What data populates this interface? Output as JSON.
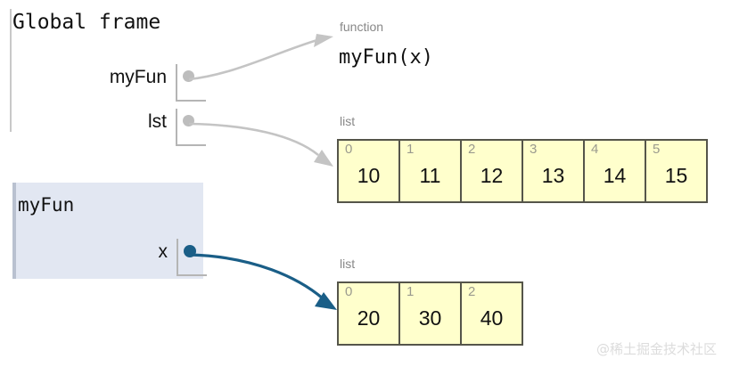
{
  "global_frame": {
    "title": "Global frame",
    "variables": [
      {
        "name": "myFun",
        "pointer": "gray-dot"
      },
      {
        "name": "lst",
        "pointer": "gray-dot"
      }
    ]
  },
  "stack_frames": [
    {
      "title": "myFun",
      "variables": [
        {
          "name": "x",
          "pointer": "blue-dot"
        }
      ]
    }
  ],
  "heap": {
    "function_object": {
      "type_label": "function",
      "signature": "myFun(x)"
    },
    "list_objects": [
      {
        "type_label": "list",
        "indices": [
          "0",
          "1",
          "2",
          "3",
          "4",
          "5"
        ],
        "values": [
          "10",
          "11",
          "12",
          "13",
          "14",
          "15"
        ]
      },
      {
        "type_label": "list",
        "indices": [
          "0",
          "1",
          "2"
        ],
        "values": [
          "20",
          "30",
          "40"
        ]
      }
    ]
  },
  "colors": {
    "list_fill": "#ffffcc",
    "list_border": "#55554a",
    "frame_fill": "#e2e7f2",
    "frame_border": "#b9c1d0",
    "gray_arrow": "#c4c4c4",
    "blue_arrow": "#1a5e87",
    "index_text": "#9a9a8e",
    "type_label_text": "#888888"
  },
  "watermark": "@稀土掘金技术社区"
}
